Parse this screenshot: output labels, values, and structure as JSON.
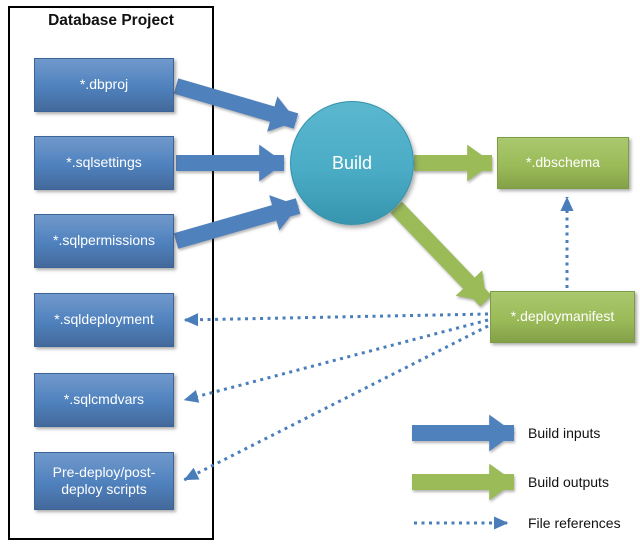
{
  "title": "Database Project",
  "nodes": {
    "dbproj": {
      "label": "*.dbproj"
    },
    "sqlsettings": {
      "label": "*.sqlsettings"
    },
    "sqlpermissions": {
      "label": "*.sqlpermissions"
    },
    "sqldeployment": {
      "label": "*.sqldeployment"
    },
    "sqlcmdvars": {
      "label": "*.sqlcmdvars"
    },
    "predeploy": {
      "label": "Pre-deploy/post-deploy scripts"
    },
    "build": {
      "label": "Build"
    },
    "dbschema": {
      "label": "*.dbschema"
    },
    "deploymanifest": {
      "label": "*.deploymanifest"
    }
  },
  "legend": {
    "build_inputs": "Build inputs",
    "build_outputs": "Build outputs",
    "file_references": "File references"
  },
  "colors": {
    "input_blue": "#4F81BD",
    "build_teal": "#4BACC6",
    "output_green": "#9BBB59",
    "reference_dotted_blue": "#4A7EBB",
    "container_border": "#000000"
  },
  "edges": [
    {
      "from": "dbproj",
      "to": "build",
      "type": "build-input"
    },
    {
      "from": "sqlsettings",
      "to": "build",
      "type": "build-input"
    },
    {
      "from": "sqlpermissions",
      "to": "build",
      "type": "build-input"
    },
    {
      "from": "build",
      "to": "dbschema",
      "type": "build-output"
    },
    {
      "from": "build",
      "to": "deploymanifest",
      "type": "build-output"
    },
    {
      "from": "deploymanifest",
      "to": "sqldeployment",
      "type": "file-reference"
    },
    {
      "from": "deploymanifest",
      "to": "sqlcmdvars",
      "type": "file-reference"
    },
    {
      "from": "deploymanifest",
      "to": "predeploy",
      "type": "file-reference"
    },
    {
      "from": "deploymanifest",
      "to": "dbschema",
      "type": "file-reference"
    }
  ]
}
